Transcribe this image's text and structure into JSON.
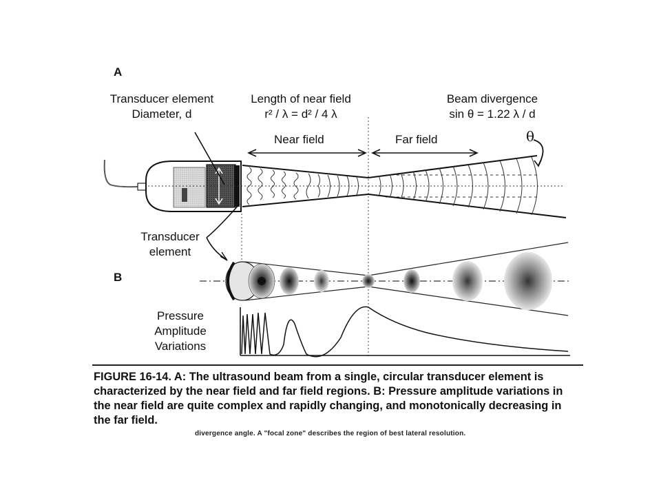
{
  "panel_a_label": "A",
  "panel_b_label": "B",
  "transducer_header": [
    "Transducer element",
    "Diameter, d"
  ],
  "near_field_header": [
    "Length of near field",
    "r² / λ  =  d² / 4 λ"
  ],
  "divergence_header": [
    "Beam divergence",
    "sin θ  =  1.22 λ / d"
  ],
  "near_field_label": "Near field",
  "far_field_label": "Far field",
  "theta_label": "θ",
  "transducer_element_label": [
    "Transducer",
    "element"
  ],
  "pressure_label": [
    "Pressure",
    "Amplitude",
    "Variations"
  ],
  "caption": {
    "figure_label": "FIGURE 16-14.",
    "a_label": "A:",
    "a_text": " The ultrasound beam from a single, circular transducer element is characterized by the near field and far field regions. ",
    "b_label": "B:",
    "b_text": " Pressure amplitude variations in the near field are quite complex and rapidly changing, and monotonically decreasing in the far field."
  },
  "cutoff_line": "divergence angle. A \"focal zone\" describes the region of best lateral resolution."
}
